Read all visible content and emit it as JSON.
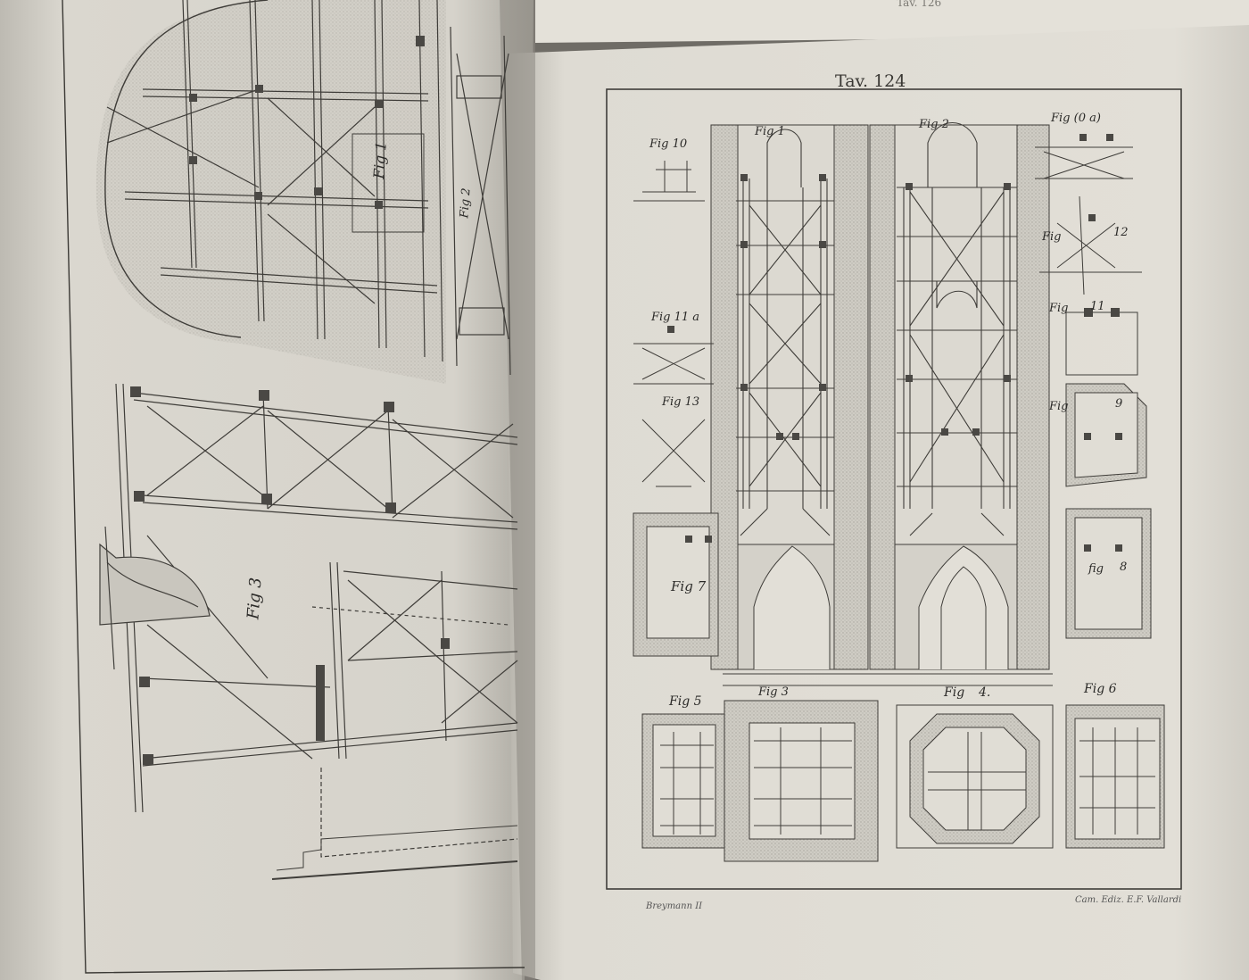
{
  "plate": {
    "title": "Tav. 124",
    "corner_text": "Tav. 126",
    "credit_left": "Breymann II",
    "credit_right": "Cam. Ediz. E.F. Vallardi"
  },
  "left_page": {
    "figures": [
      "Fig 1",
      "Fig 2",
      "Fig 3"
    ]
  },
  "right_page": {
    "figures": [
      "Fig 10",
      "Fig 1",
      "Fig 2",
      "Fig (0 a)",
      "Fig",
      "12",
      "Fig 11 a",
      "Fig",
      "11",
      "Fig 13",
      "Fig",
      "9",
      "Fig 7",
      "fig",
      "8",
      "Fig 5",
      "Fig 3",
      "Fig",
      "4.",
      "Fig 6"
    ]
  }
}
